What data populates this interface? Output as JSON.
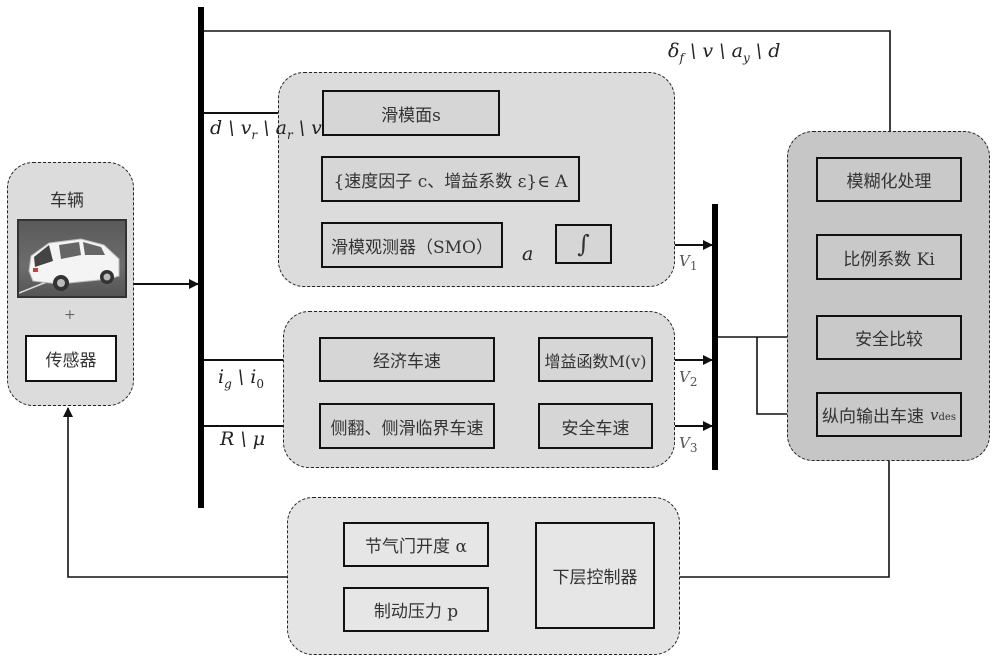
{
  "vehicle_group": {
    "title": "车辆",
    "image_alt": "white-hatchback-car-photo",
    "plus": "+",
    "sensor": "传感器"
  },
  "signals": {
    "top_feed": "δ_f \\ v \\ a_y \\ d",
    "top_feed_parts": [
      "δ",
      "f",
      " \\ v \\ ",
      "a",
      "y",
      " \\ d"
    ],
    "smo_input": [
      "d \\ ",
      "v",
      "r",
      " \\ ",
      "a",
      "r",
      " \\ v"
    ],
    "econ_input": [
      "i",
      "g",
      " \\ ",
      "i",
      "0"
    ],
    "safe_input": "R \\ μ",
    "a_signal": "a",
    "v1": [
      "V",
      "1"
    ],
    "v2": [
      "V",
      "2"
    ],
    "v3": [
      "V",
      "3"
    ]
  },
  "smo_group": {
    "sliding_surface": "滑模面s",
    "params": "{速度因子 c、增益系数 ε}∈ A",
    "observer": "滑模观测器（SMO）",
    "integrator": "∫"
  },
  "speed_group": {
    "economic_speed": "经济车速",
    "gain_function": "增益函数M(v)",
    "critical_speed": "侧翻、侧滑临界车速",
    "safe_speed": "安全车速"
  },
  "decision_group": {
    "fuzzy": "模糊化处理",
    "ratio": "比例系数 Ki",
    "compare": "安全比较",
    "output": "纵向输出车速",
    "output_var": [
      "v",
      "des"
    ]
  },
  "lower_group": {
    "throttle": "节气门开度 α",
    "brake": "制动压力 p",
    "controller": "下层控制器"
  }
}
